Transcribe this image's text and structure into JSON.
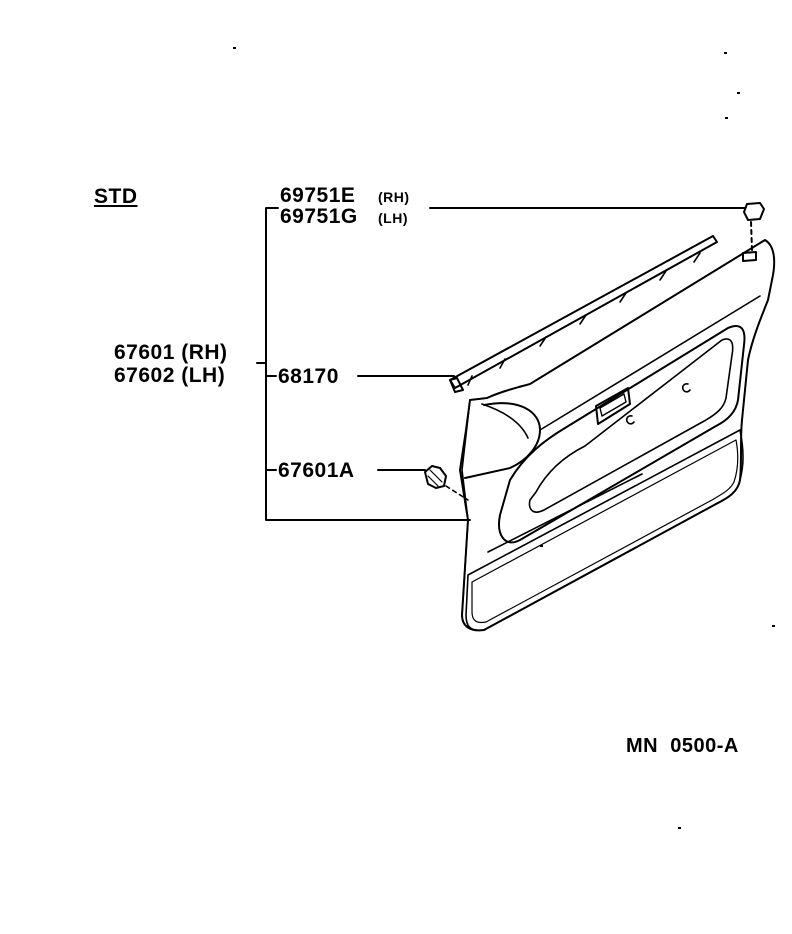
{
  "section_label": "STD",
  "trim_board": {
    "part_rh": "67601 (RH)",
    "part_lh": "67602 (LH)"
  },
  "clip_top": {
    "part_rh": "69751E",
    "side_rh": "(RH)",
    "part_lh": "69751G",
    "side_lh": "(LH)"
  },
  "weatherstrip_part": "68170",
  "fastener_clip_part": "67601A",
  "drawing_code": "MN  0500-A"
}
